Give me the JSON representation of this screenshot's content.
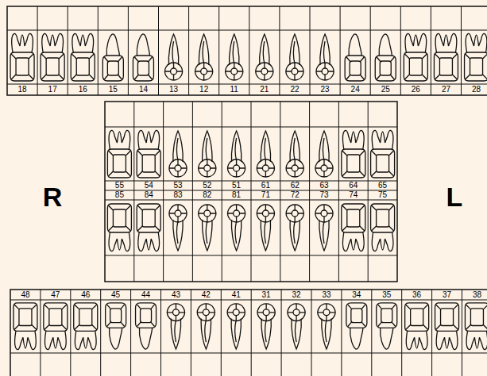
{
  "diagram": {
    "labels": [
      "18",
      "17",
      "16",
      "15",
      "14",
      "13",
      "12",
      "11",
      "21",
      "22",
      "23",
      "24",
      "25",
      "26",
      "27",
      "28",
      "55",
      "54",
      "53",
      "52",
      "51",
      "61",
      "62",
      "63",
      "64",
      "65",
      "85",
      "84",
      "83",
      "82",
      "81",
      "71",
      "72",
      "73",
      "74",
      "75",
      "48",
      "47",
      "46",
      "45",
      "44",
      "43",
      "42",
      "41",
      "31",
      "32",
      "33",
      "34",
      "35",
      "36",
      "37",
      "38",
      "R",
      "L"
    ]
  }
}
